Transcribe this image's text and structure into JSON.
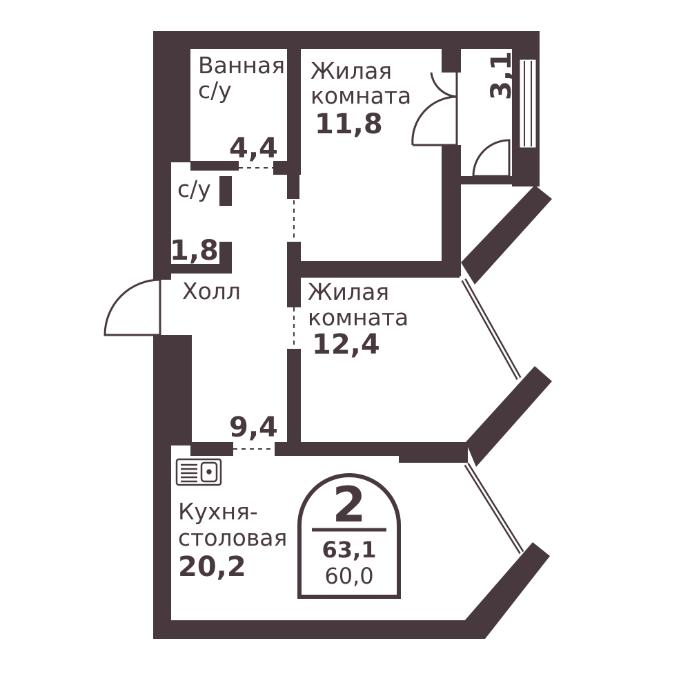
{
  "colors": {
    "wall": "#48393f",
    "background": "#ffffff"
  },
  "rooms": {
    "bathroom": {
      "name_line1": "Ванная",
      "name_line2": "с/у",
      "area": "4,4"
    },
    "toilet": {
      "name": "с/у",
      "area": "1,8"
    },
    "bedroom_1": {
      "name_line1": "Жилая",
      "name_line2": "комната",
      "area": "11,8"
    },
    "bedroom_2": {
      "name_line1": "Жилая",
      "name_line2": "комната",
      "area": "12,4"
    },
    "hall": {
      "name": "Холл",
      "area": "9,4"
    },
    "kitchen": {
      "name_line1": "Кухня-",
      "name_line2": "столовая",
      "area": "20,2"
    },
    "balcony": {
      "area": "3,1"
    }
  },
  "badge": {
    "rooms_count": "2",
    "total_area": "63,1",
    "living_area": "60,0"
  },
  "icons": {
    "sink": "kitchen-sink-icon"
  }
}
